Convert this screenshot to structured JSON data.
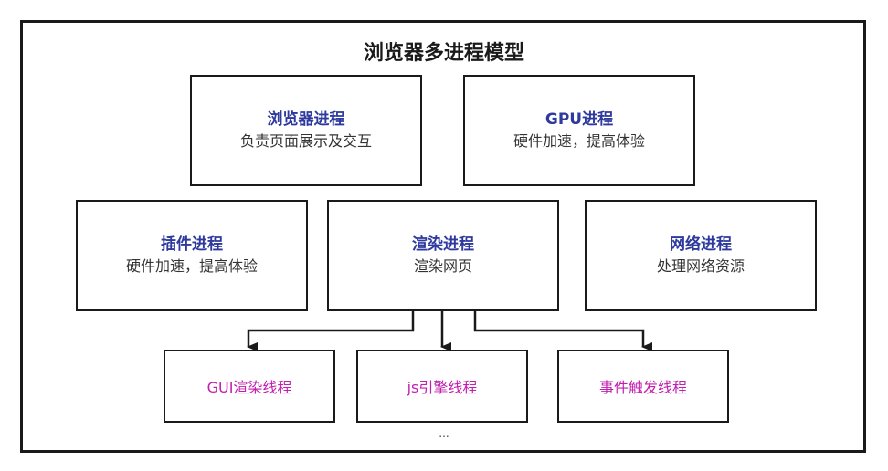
{
  "title": "浏览器多进程模型",
  "processes": [
    {
      "name": "浏览器进程",
      "desc": "负责页面展示及交互"
    },
    {
      "name": "GPU进程",
      "desc": "硬件加速，提高体验"
    },
    {
      "name": "插件进程",
      "desc": "硬件加速，提高体验"
    },
    {
      "name": "渲染进程",
      "desc": "渲染网页"
    },
    {
      "name": "网络进程",
      "desc": "处理网络资源"
    }
  ],
  "threads": [
    {
      "label": "GUI渲染线程"
    },
    {
      "label": "js引擎线程"
    },
    {
      "label": "事件触发线程"
    }
  ],
  "ellipsis": "...",
  "colors": {
    "process_name": "#2e3a9e",
    "thread_label": "#c21fb0",
    "border": "#1a1a1a"
  }
}
